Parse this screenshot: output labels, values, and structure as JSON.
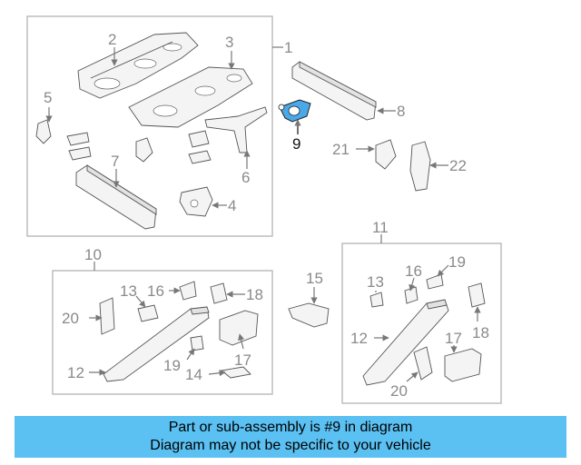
{
  "callouts": {
    "c1": "1",
    "c2": "2",
    "c3": "3",
    "c4": "4",
    "c5": "5",
    "c6": "6",
    "c7": "7",
    "c8": "8",
    "c9": "9",
    "c10": "10",
    "c11": "11",
    "c12a": "12",
    "c12b": "12",
    "c13a": "13",
    "c13b": "13",
    "c14": "14",
    "c15": "15",
    "c16a": "16",
    "c16b": "16",
    "c17a": "17",
    "c17b": "17",
    "c18a": "18",
    "c18b": "18",
    "c19a": "19",
    "c19b": "19",
    "c20a": "20",
    "c20b": "20",
    "c21": "21",
    "c22": "22"
  },
  "highlight": {
    "part_number": "9",
    "color": "#4aa8e8"
  },
  "banner": {
    "line1": "Part or sub-assembly is #9 in diagram",
    "line2": "Diagram may not be specific to your vehicle",
    "color": "#5bc0f2"
  }
}
